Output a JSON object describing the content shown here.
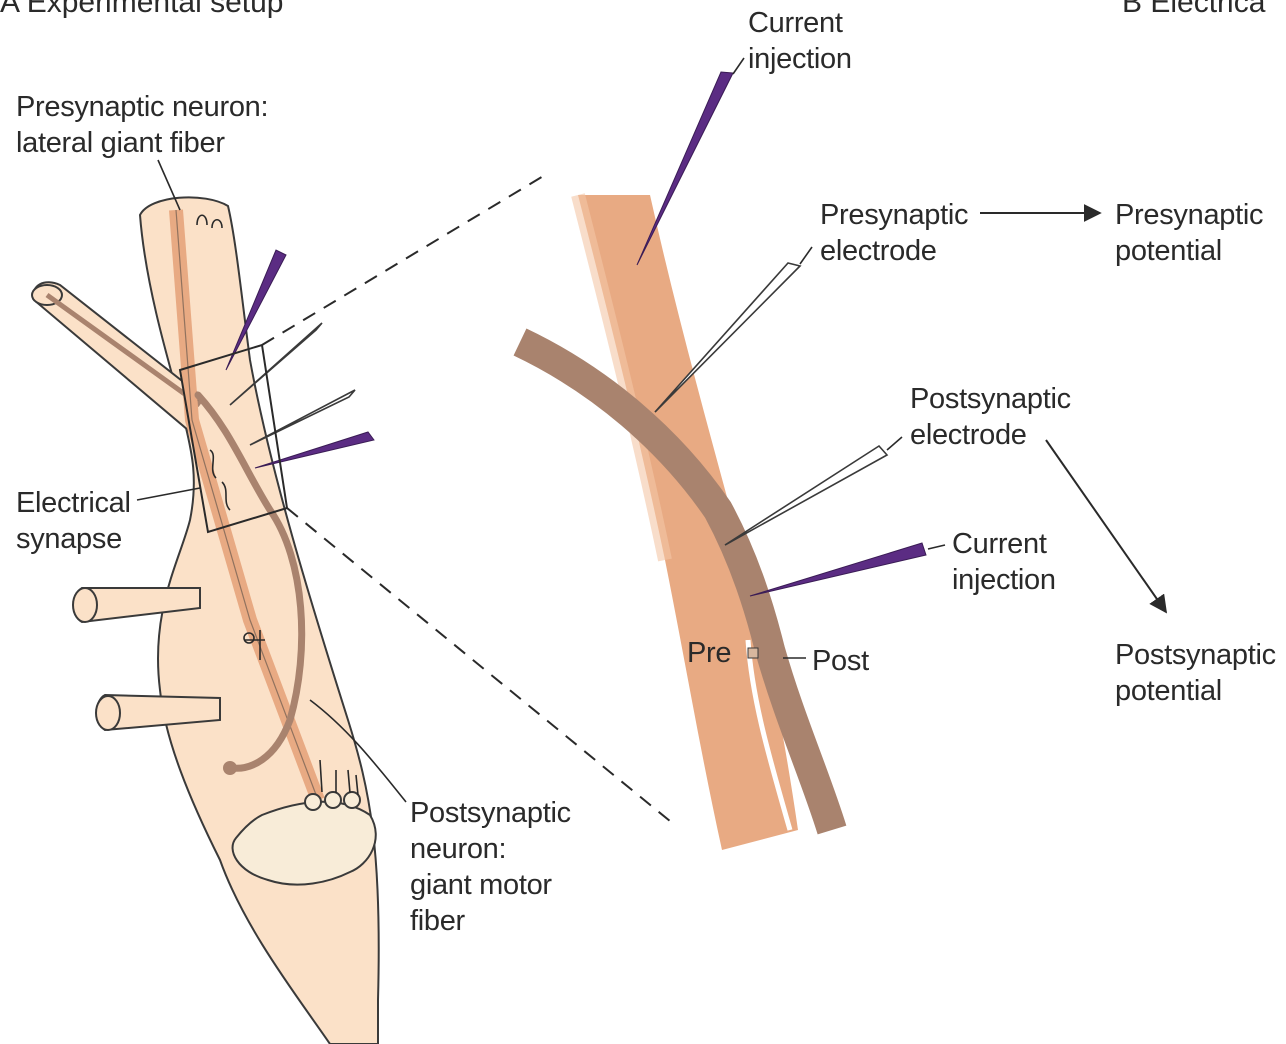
{
  "panel_a": {
    "title": "A  Experimental setup",
    "presynaptic_label": [
      "Presynaptic neuron:",
      "lateral giant fiber"
    ],
    "synapse_label": [
      "Electrical",
      "synapse"
    ],
    "postsynaptic_label": [
      "Postsynaptic",
      "neuron:",
      "giant motor",
      "fiber"
    ]
  },
  "panel_b": {
    "title": "B  Electrica"
  },
  "zoom": {
    "current_injection_top": [
      "Current",
      "injection"
    ],
    "presynaptic_electrode": [
      "Presynaptic",
      "electrode"
    ],
    "presynaptic_potential": [
      "Presynaptic",
      "potential"
    ],
    "postsynaptic_electrode": [
      "Postsynaptic",
      "electrode"
    ],
    "current_injection_bottom": [
      "Current",
      "injection"
    ],
    "postsynaptic_potential": [
      "Postsynaptic",
      "potential"
    ],
    "pre_label": "Pre",
    "post_label": "Post"
  },
  "colors": {
    "tissue": "#fbe1c8",
    "pre_fiber": "#e8aa83",
    "post_fiber": "#a9836e",
    "current_electrode": "#5b2c83",
    "record_electrode": "#ffffff",
    "motor_soma": "#f8ecd8"
  }
}
